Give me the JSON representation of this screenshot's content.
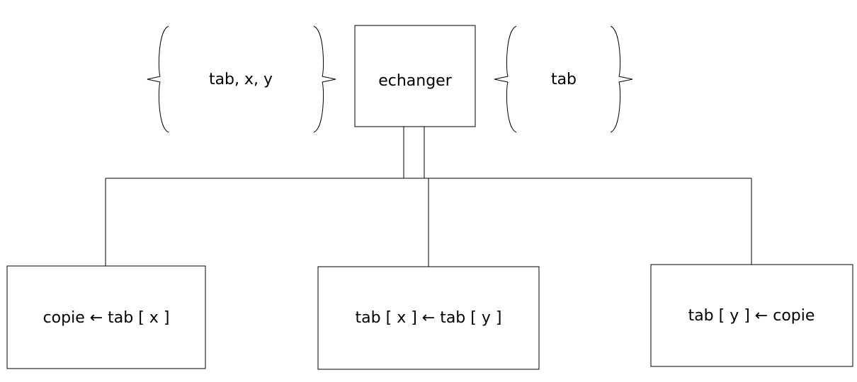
{
  "diagram": {
    "main_box": {
      "label": "echanger"
    },
    "inputs": {
      "label": "tab, x, y"
    },
    "outputs": {
      "label": "tab"
    },
    "steps": [
      {
        "label": "copie ← tab [ x ]"
      },
      {
        "label": "tab [ x ] ← tab [ y ]"
      },
      {
        "label": "tab [ y ] ← copie"
      }
    ]
  }
}
